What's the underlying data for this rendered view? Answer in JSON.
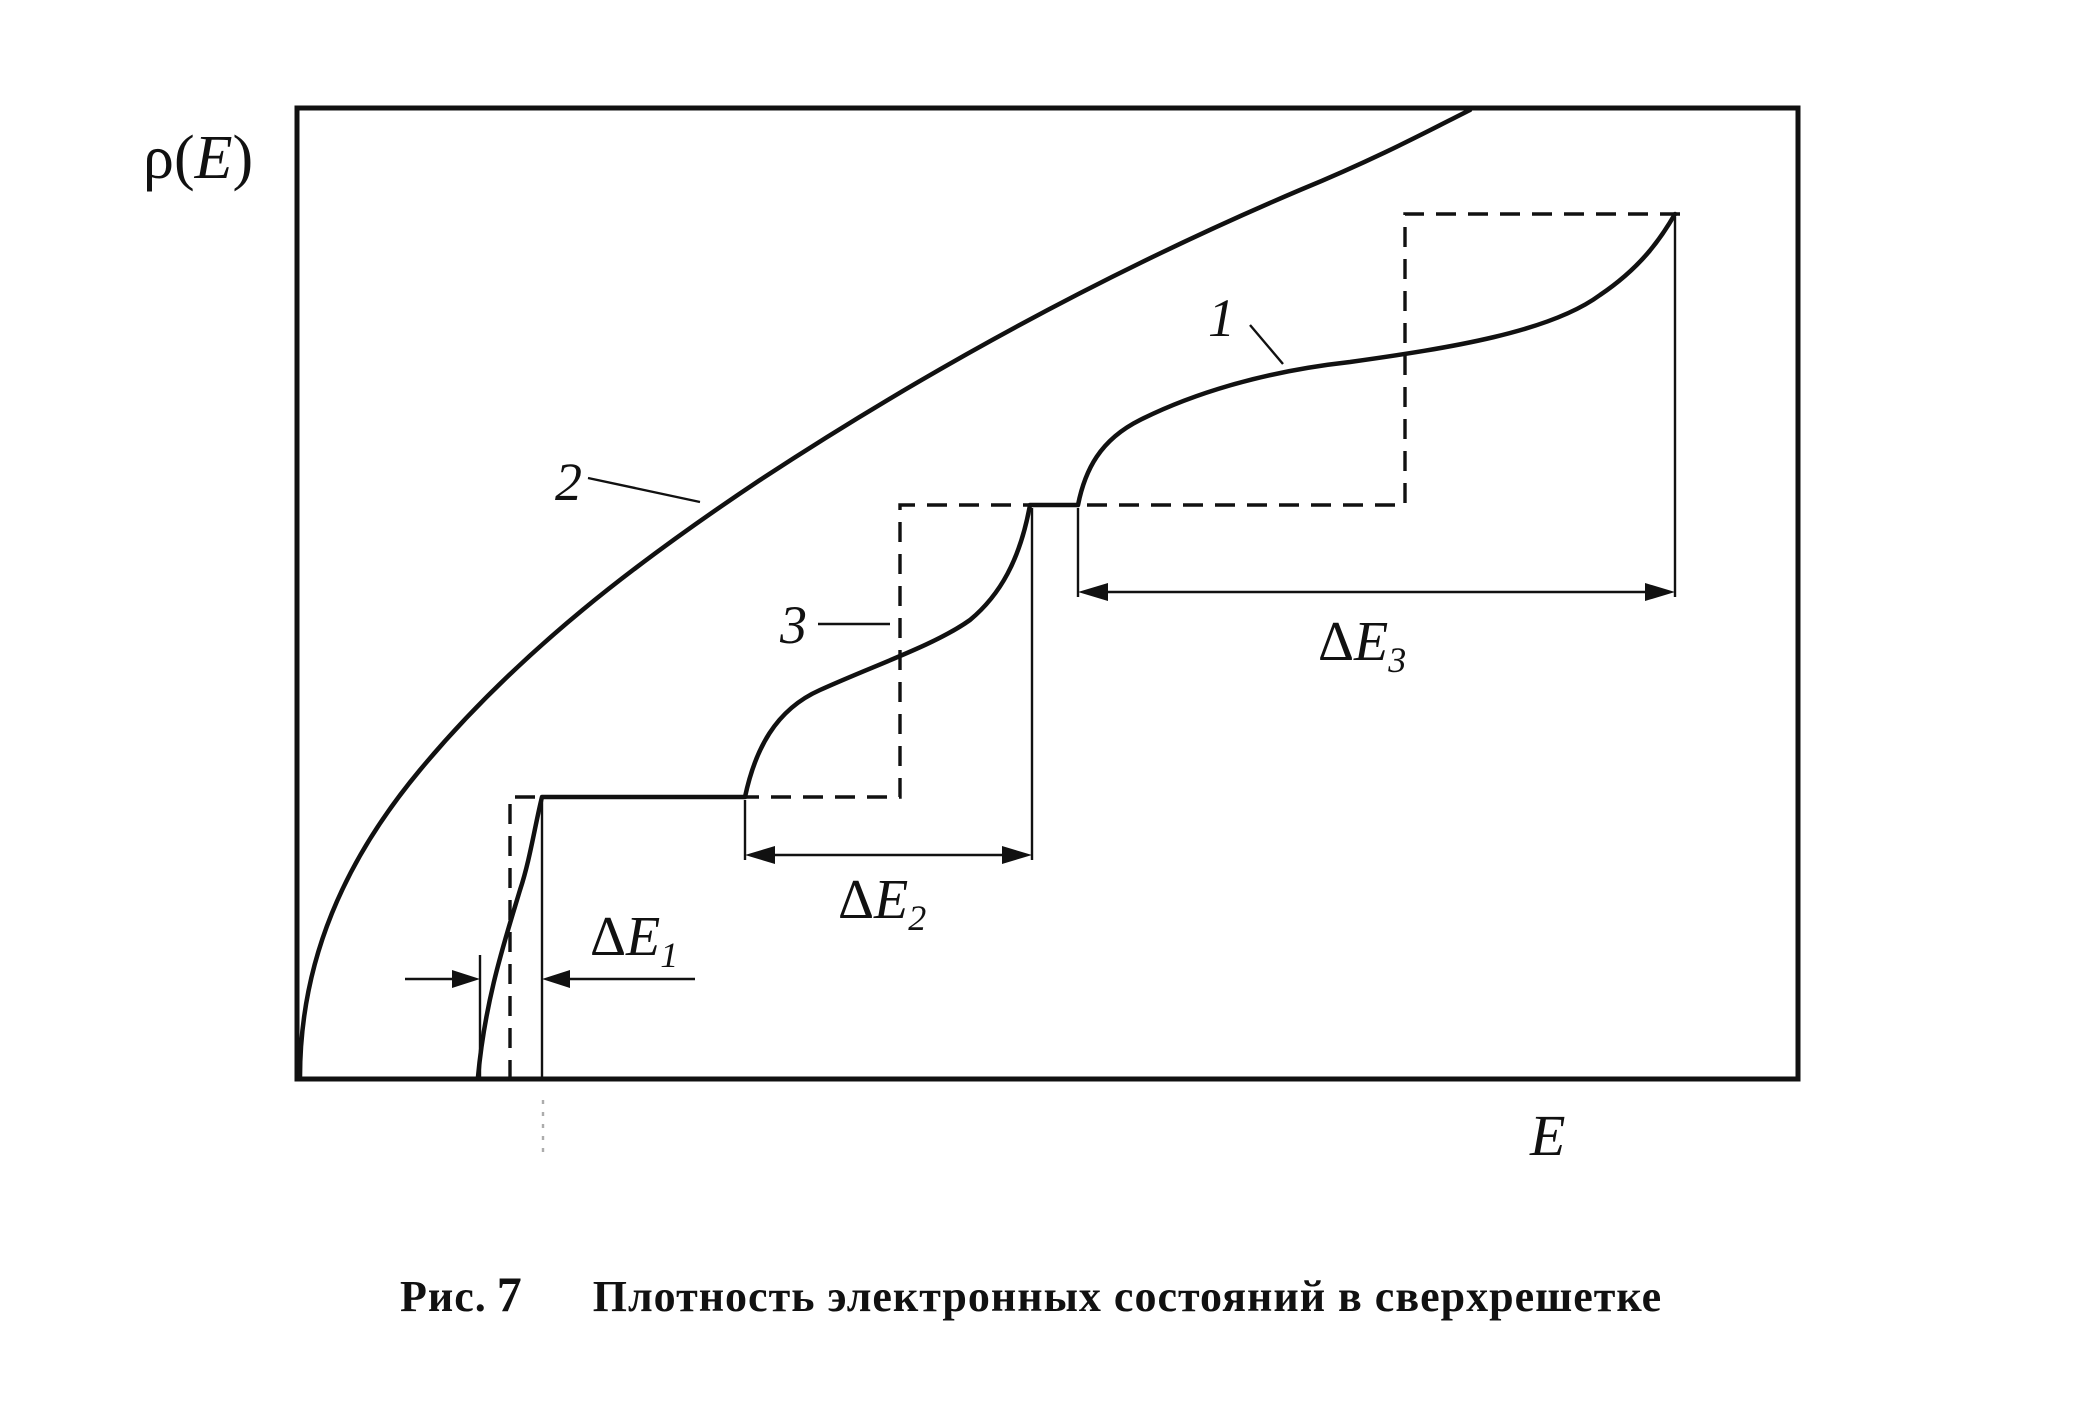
{
  "figure": {
    "y_axis_label_prefix": "ρ(",
    "y_axis_label_var": "E",
    "y_axis_label_suffix": ")",
    "x_axis_label": "E",
    "curve_labels": {
      "curve1": "1",
      "curve2": "2",
      "curve3": "3"
    },
    "intervals": {
      "delta_symbol": "Δ",
      "var": "E",
      "dE1_sub": "1",
      "dE2_sub": "2",
      "dE3_sub": "3"
    },
    "ink_color": "#111111",
    "background_color": "#ffffff"
  },
  "caption": {
    "fig_label": "Рис.",
    "fig_number": "7",
    "text": "Плотность электронных состояний в сверхрешетке"
  }
}
